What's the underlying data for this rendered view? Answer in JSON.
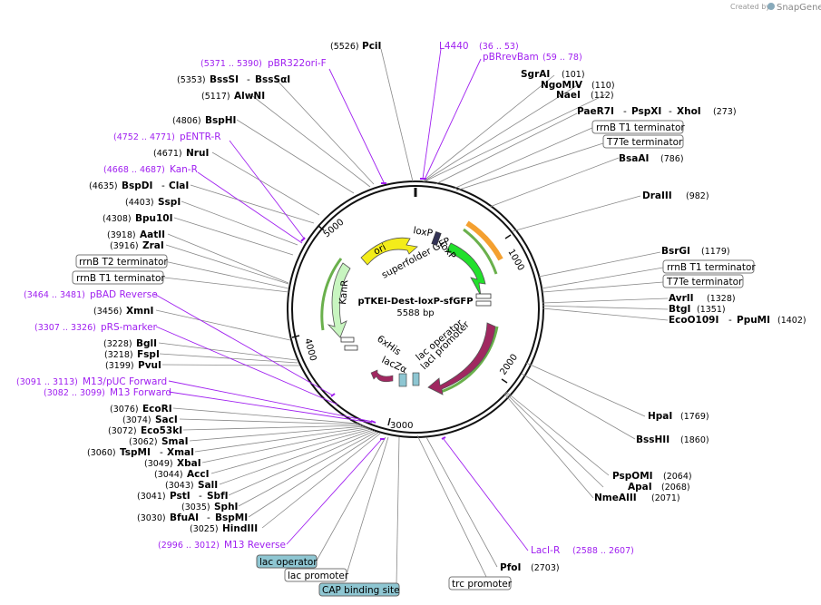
{
  "branding": {
    "created_by": "Created by",
    "product": "SnapGene"
  },
  "plasmid": {
    "name": "pTKEI-Dest-loxP-sfGFP",
    "length": "5588 bp"
  },
  "ruler": [
    "1000",
    "2000",
    "3000",
    "4000",
    "5000"
  ],
  "sites_left": [
    {
      "pos": "(5526)",
      "name": "PciI"
    },
    {
      "pos": "(5353)",
      "name": "BssSI",
      "name2": "BssSαI"
    },
    {
      "pos": "(5117)",
      "name": "AlwNI"
    },
    {
      "pos": "(4806)",
      "name": "BspHI"
    },
    {
      "pos": "(4671)",
      "name": "NruI"
    },
    {
      "pos": "(4635)",
      "name": "BspDI",
      "name2": "ClaI"
    },
    {
      "pos": "(4403)",
      "name": "SspI"
    },
    {
      "pos": "(4308)",
      "name": "Bpu10I"
    },
    {
      "pos": "(3918)",
      "name": "AatII"
    },
    {
      "pos": "(3916)",
      "name": "ZraI"
    },
    {
      "pos": "(3456)",
      "name": "XmnI"
    },
    {
      "pos": "(3228)",
      "name": "BglI"
    },
    {
      "pos": "(3218)",
      "name": "FspI"
    },
    {
      "pos": "(3199)",
      "name": "PvuI"
    },
    {
      "pos": "(3076)",
      "name": "EcoRI"
    },
    {
      "pos": "(3074)",
      "name": "SacI"
    },
    {
      "pos": "(3072)",
      "name": "Eco53kI"
    },
    {
      "pos": "(3062)",
      "name": "SmaI"
    },
    {
      "pos": "(3060)",
      "name": "TspMI",
      "name2": "XmaI"
    },
    {
      "pos": "(3049)",
      "name": "XbaI"
    },
    {
      "pos": "(3044)",
      "name": "AccI"
    },
    {
      "pos": "(3043)",
      "name": "SalI"
    },
    {
      "pos": "(3041)",
      "name": "PstI",
      "name2": "SbfI"
    },
    {
      "pos": "(3035)",
      "name": "SphI"
    },
    {
      "pos": "(3030)",
      "name": "BfuAI",
      "name2": "BspMI"
    },
    {
      "pos": "(3025)",
      "name": "HindIII"
    },
    {
      "pos": "(2703)",
      "name": "PfoI"
    }
  ],
  "sites_right": [
    {
      "pos": "(101)",
      "name": "SgrAI"
    },
    {
      "pos": "(110)",
      "name": "NgoMIV"
    },
    {
      "pos": "(112)",
      "name": "NaeI"
    },
    {
      "pos": "(273)",
      "name": "PaeR7I",
      "name2": "PspXI",
      "name3": "XhoI"
    },
    {
      "pos": "(786)",
      "name": "BsaAI"
    },
    {
      "pos": "(982)",
      "name": "DraIII"
    },
    {
      "pos": "(1179)",
      "name": "BsrGI"
    },
    {
      "pos": "(1328)",
      "name": "AvrII"
    },
    {
      "pos": "(1351)",
      "name": "BtgI"
    },
    {
      "pos": "(1402)",
      "name": "EcoO109I",
      "name2": "PpuMI"
    },
    {
      "pos": "(1769)",
      "name": "HpaI"
    },
    {
      "pos": "(1860)",
      "name": "BssHII"
    },
    {
      "pos": "(2064)",
      "name": "PspOMI"
    },
    {
      "pos": "(2068)",
      "name": "ApaI"
    },
    {
      "pos": "(2071)",
      "name": "NmeAIII"
    }
  ],
  "primers": [
    {
      "range": "(5371 .. 5390)",
      "name": "pBR322ori-F"
    },
    {
      "range": "",
      "name": "L4440"
    },
    {
      "range": "(36 .. 53)",
      "name": ""
    },
    {
      "range": "(59 .. 78)",
      "name": "pBRrevBam"
    },
    {
      "range": "(4752 .. 4771)",
      "name": "pENTR-R"
    },
    {
      "range": "(4668 .. 4687)",
      "name": "Kan-R"
    },
    {
      "range": "(3464 .. 3481)",
      "name": "pBAD Reverse"
    },
    {
      "range": "(3307 .. 3326)",
      "name": "pRS-marker"
    },
    {
      "range": "(3091 .. 3113)",
      "name": "M13/pUC Forward"
    },
    {
      "range": "(3082 .. 3099)",
      "name": "M13 Forward"
    },
    {
      "range": "(2996 .. 3012)",
      "name": "M13 Reverse"
    },
    {
      "range": "(2588 .. 2607)",
      "name": "LacI-R"
    }
  ],
  "boxed_features": {
    "rrnb_t1_top": "rrnB T1 terminator",
    "t7te_top": "T7Te terminator",
    "rrnb_t1_right": "rrnB T1 terminator",
    "t7te_right": "T7Te terminator",
    "rrnb_t2_left": "rrnB T2 terminator",
    "rrnb_t1_left": "rrnB T1 terminator",
    "lac_operator": "lac operator",
    "lac_promoter": "lac promoter",
    "cap_site": "CAP binding site",
    "trc_promoter": "trc promoter"
  },
  "inner_features": {
    "ori": "ori",
    "kanr": "KanR",
    "loxp1": "loxP",
    "loxp2": "loxP",
    "sfgfp": "superfolder GFP",
    "sixhis": "6xHis",
    "lacza": "lacZα",
    "lac_operator": "lac operator",
    "laci_promoter": "lacI promoter",
    "laci": "lacI"
  },
  "colors": {
    "ori": "#f3ec1a",
    "kanr": "#c8f5c0",
    "gfp": "#22e02c",
    "laci": "#a02860",
    "primer": "#a020f0",
    "orange": "#f4a030",
    "green": "#6ab04c",
    "lac_box": "#8ec6d2"
  }
}
